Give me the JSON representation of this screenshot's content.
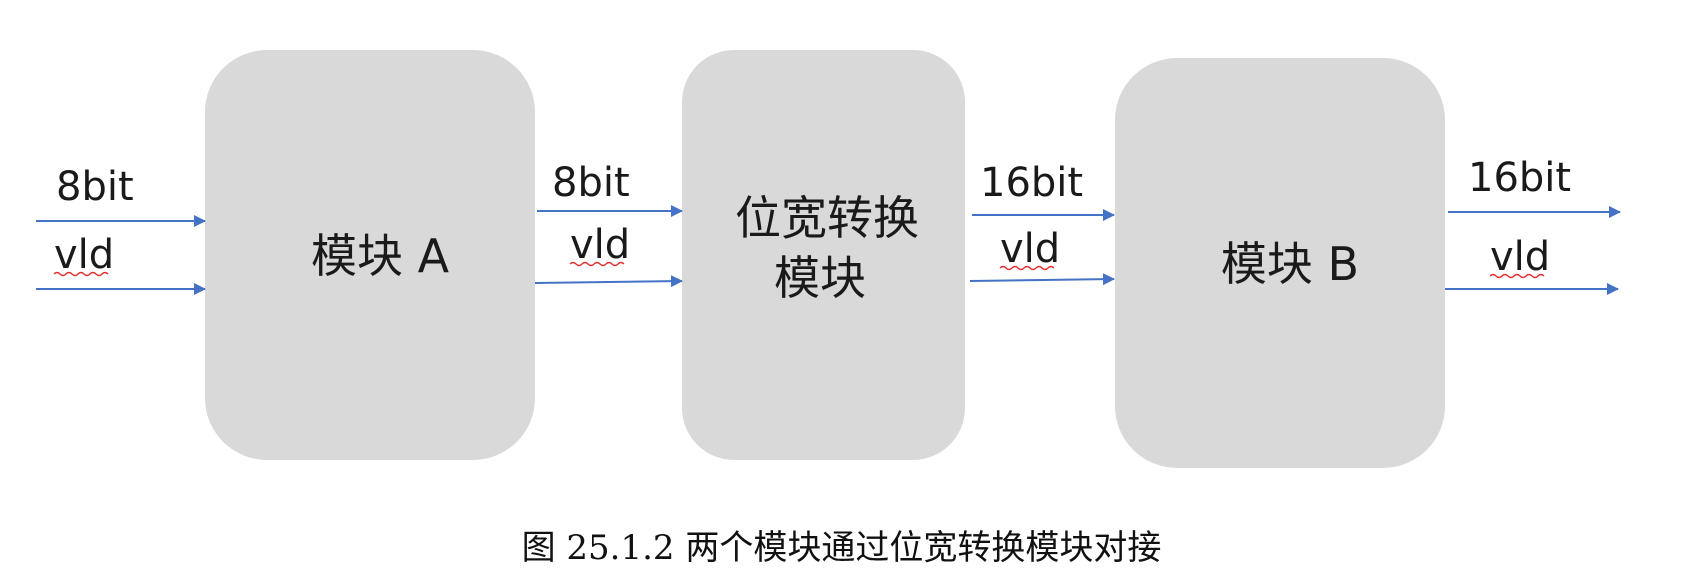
{
  "colors": {
    "box_fill": "#d9d9d9",
    "arrow": "#4472c4",
    "spellcheck_underline": "#e03030"
  },
  "boxes": {
    "module_a": "模块 A",
    "converter_line1": "位宽转换",
    "converter_line2": "模块",
    "module_b": "模块 B"
  },
  "signals": {
    "input": {
      "data": "8bit",
      "valid": "vld"
    },
    "a_to_converter": {
      "data": "8bit",
      "valid": "vld"
    },
    "converter_to_b": {
      "data": "16bit",
      "valid": "vld"
    },
    "output": {
      "data": "16bit",
      "valid": "vld"
    }
  },
  "caption": "图 25.1.2 两个模块通过位宽转换模块对接"
}
